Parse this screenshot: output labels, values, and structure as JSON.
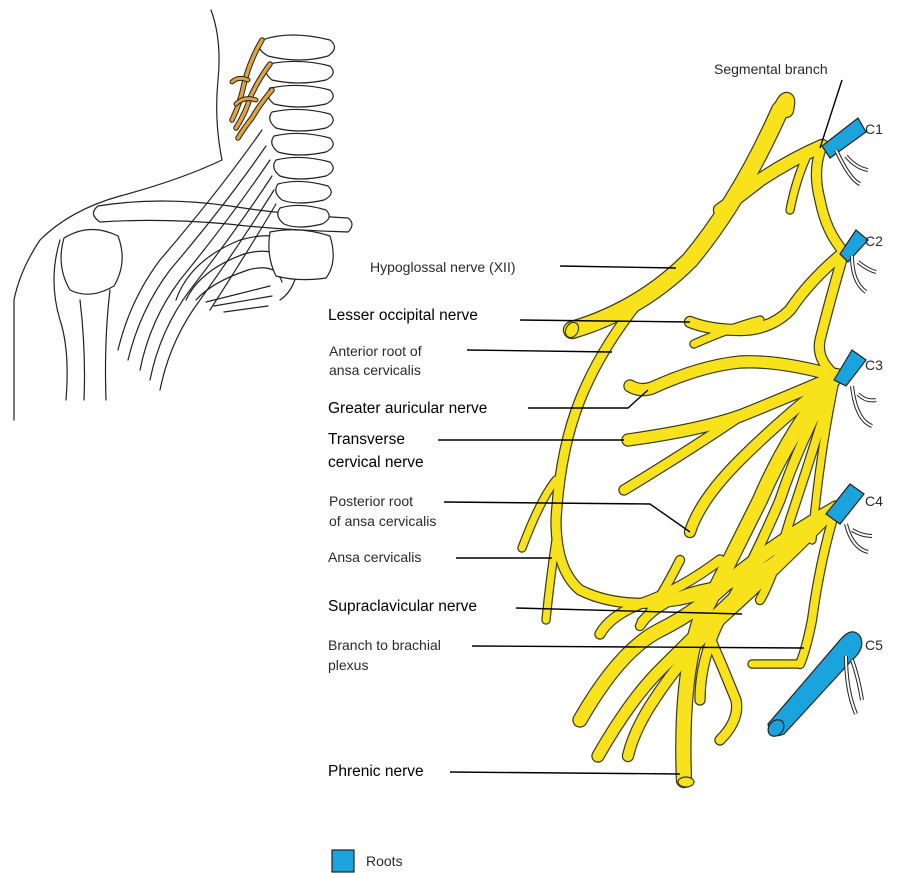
{
  "colors": {
    "nerve": "#F7E21B",
    "root": "#1AA3DC",
    "plexus_sketch": "#E3A33C",
    "outline": "#222222"
  },
  "labels": {
    "segmental_branch": "Segmental branch",
    "hypoglossal": "Hypoglossal nerve (XII)",
    "lesser_occipital": "Lesser occipital nerve",
    "anterior_root_1": "Anterior root of",
    "anterior_root_2": "ansa cervicalis",
    "greater_auricular": "Greater auricular nerve",
    "transverse_1": "Transverse",
    "transverse_2": "cervical nerve",
    "posterior_root_1": "Posterior root",
    "posterior_root_2": "of ansa cervicalis",
    "ansa_cervicalis": "Ansa cervicalis",
    "supraclavicular": "Supraclavicular nerve",
    "brachial_1": "Branch to brachial",
    "brachial_2": "plexus",
    "phrenic": "Phrenic nerve"
  },
  "levels": [
    "C1",
    "C2",
    "C3",
    "C4",
    "C5"
  ],
  "legend": {
    "label": "Roots"
  }
}
